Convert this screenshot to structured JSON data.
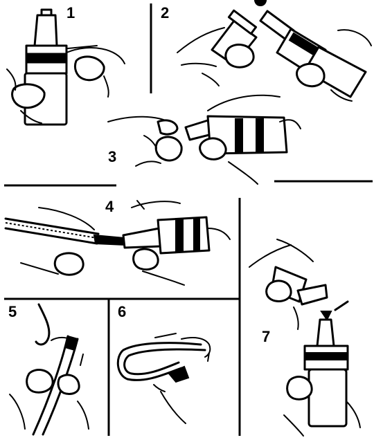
{
  "steps": [
    {
      "label": "1"
    },
    {
      "label": "2"
    },
    {
      "label": "3"
    },
    {
      "label": "4"
    },
    {
      "label": "5"
    },
    {
      "label": "6"
    },
    {
      "label": "7"
    }
  ]
}
